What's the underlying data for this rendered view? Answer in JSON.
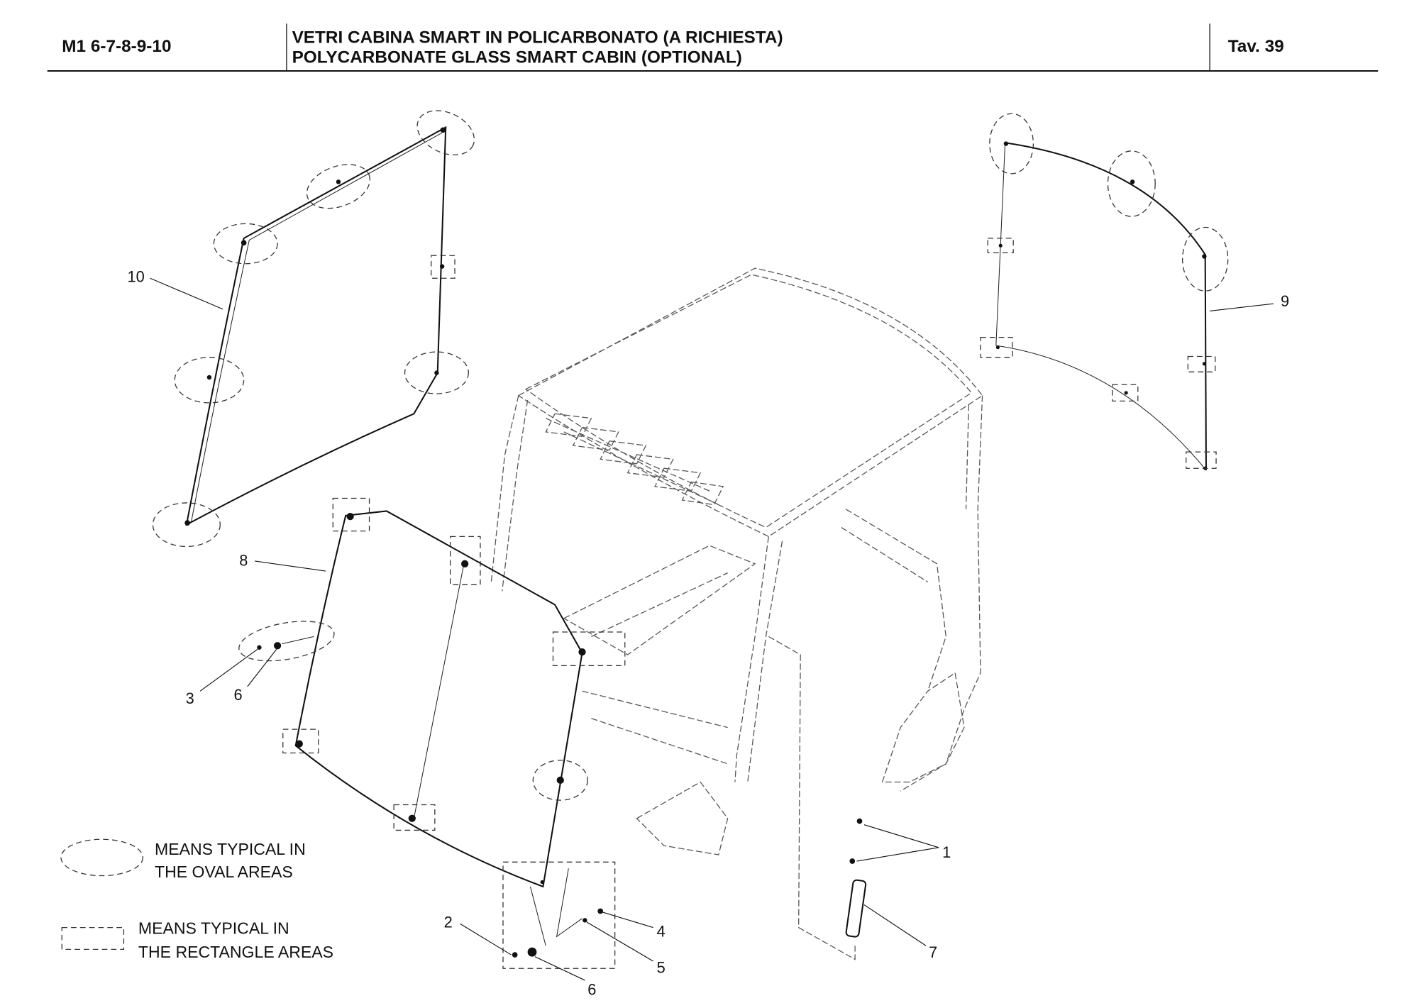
{
  "header": {
    "model": "M1 6-7-8-9-10",
    "title_it": "VETRI CABINA SMART IN POLICARBONATO (A RICHIESTA)",
    "title_en": "POLYCARBONATE GLASS SMART CABIN (OPTIONAL)",
    "table": "Tav.  39"
  },
  "legend": {
    "oval_line1": "MEANS TYPICAL IN",
    "oval_line2": "THE OVAL AREAS",
    "rect_line1": "MEANS TYPICAL IN",
    "rect_line2": "THE RECTANGLE AREAS"
  },
  "callouts": {
    "c10": "10",
    "c9": "9",
    "c8": "8",
    "c3": "3",
    "c6a": "6",
    "c2": "2",
    "c6b": "6",
    "c4": "4",
    "c5": "5",
    "c1": "1",
    "c7": "7"
  }
}
